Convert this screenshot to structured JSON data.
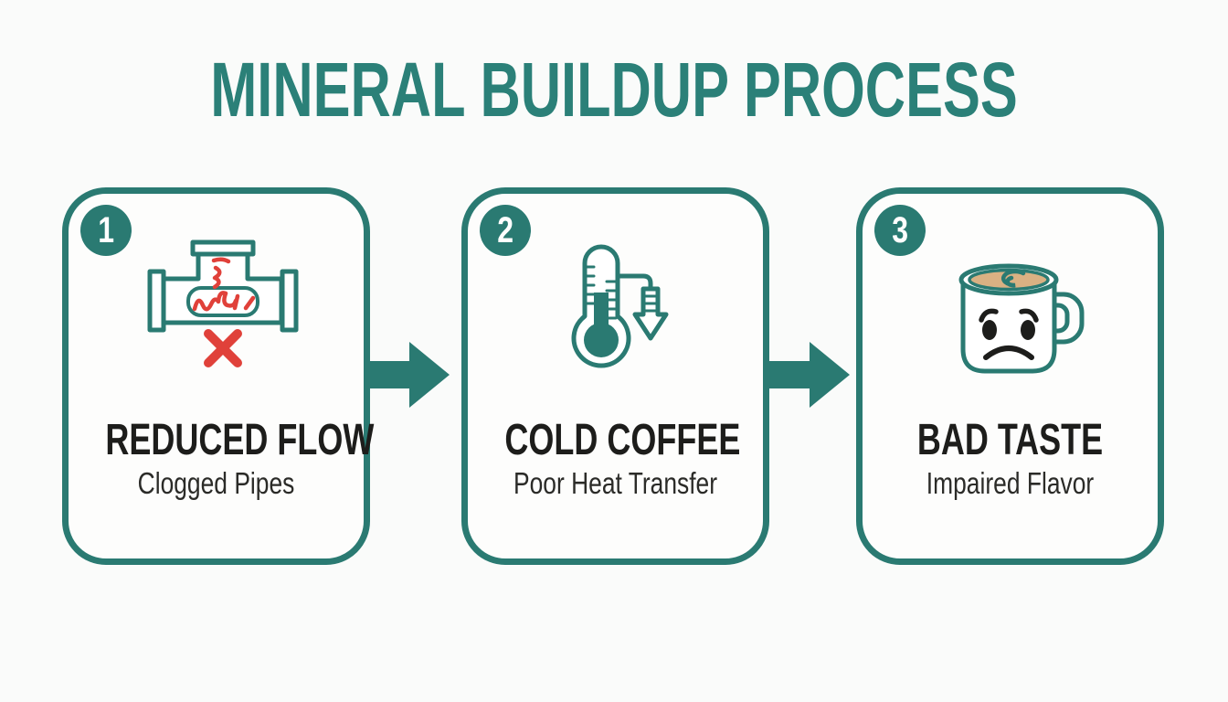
{
  "title": "MINERAL BUILDUP PROCESS",
  "colors": {
    "teal": "#2a7a72",
    "title-teal": "#2b8078",
    "red": "#e0413a",
    "text-dark": "#1d1d1b",
    "subtext-dark": "#2b2b28",
    "coffee": "#d9b183",
    "bg": "#fafbfa",
    "card-bg": "#fdfdfc"
  },
  "steps": [
    {
      "number": "1",
      "icon": "clogged-pipe-icon",
      "title": "REDUCED FLOW",
      "subtitle": "Clogged Pipes"
    },
    {
      "number": "2",
      "icon": "cold-thermometer-icon",
      "title": "COLD COFFEE",
      "subtitle": "Poor Heat Transfer"
    },
    {
      "number": "3",
      "icon": "sad-coffee-mug-icon",
      "title": "BAD TASTE",
      "subtitle": "Impaired Flavor"
    }
  ],
  "arrow": {
    "name": "process-arrow-right"
  }
}
